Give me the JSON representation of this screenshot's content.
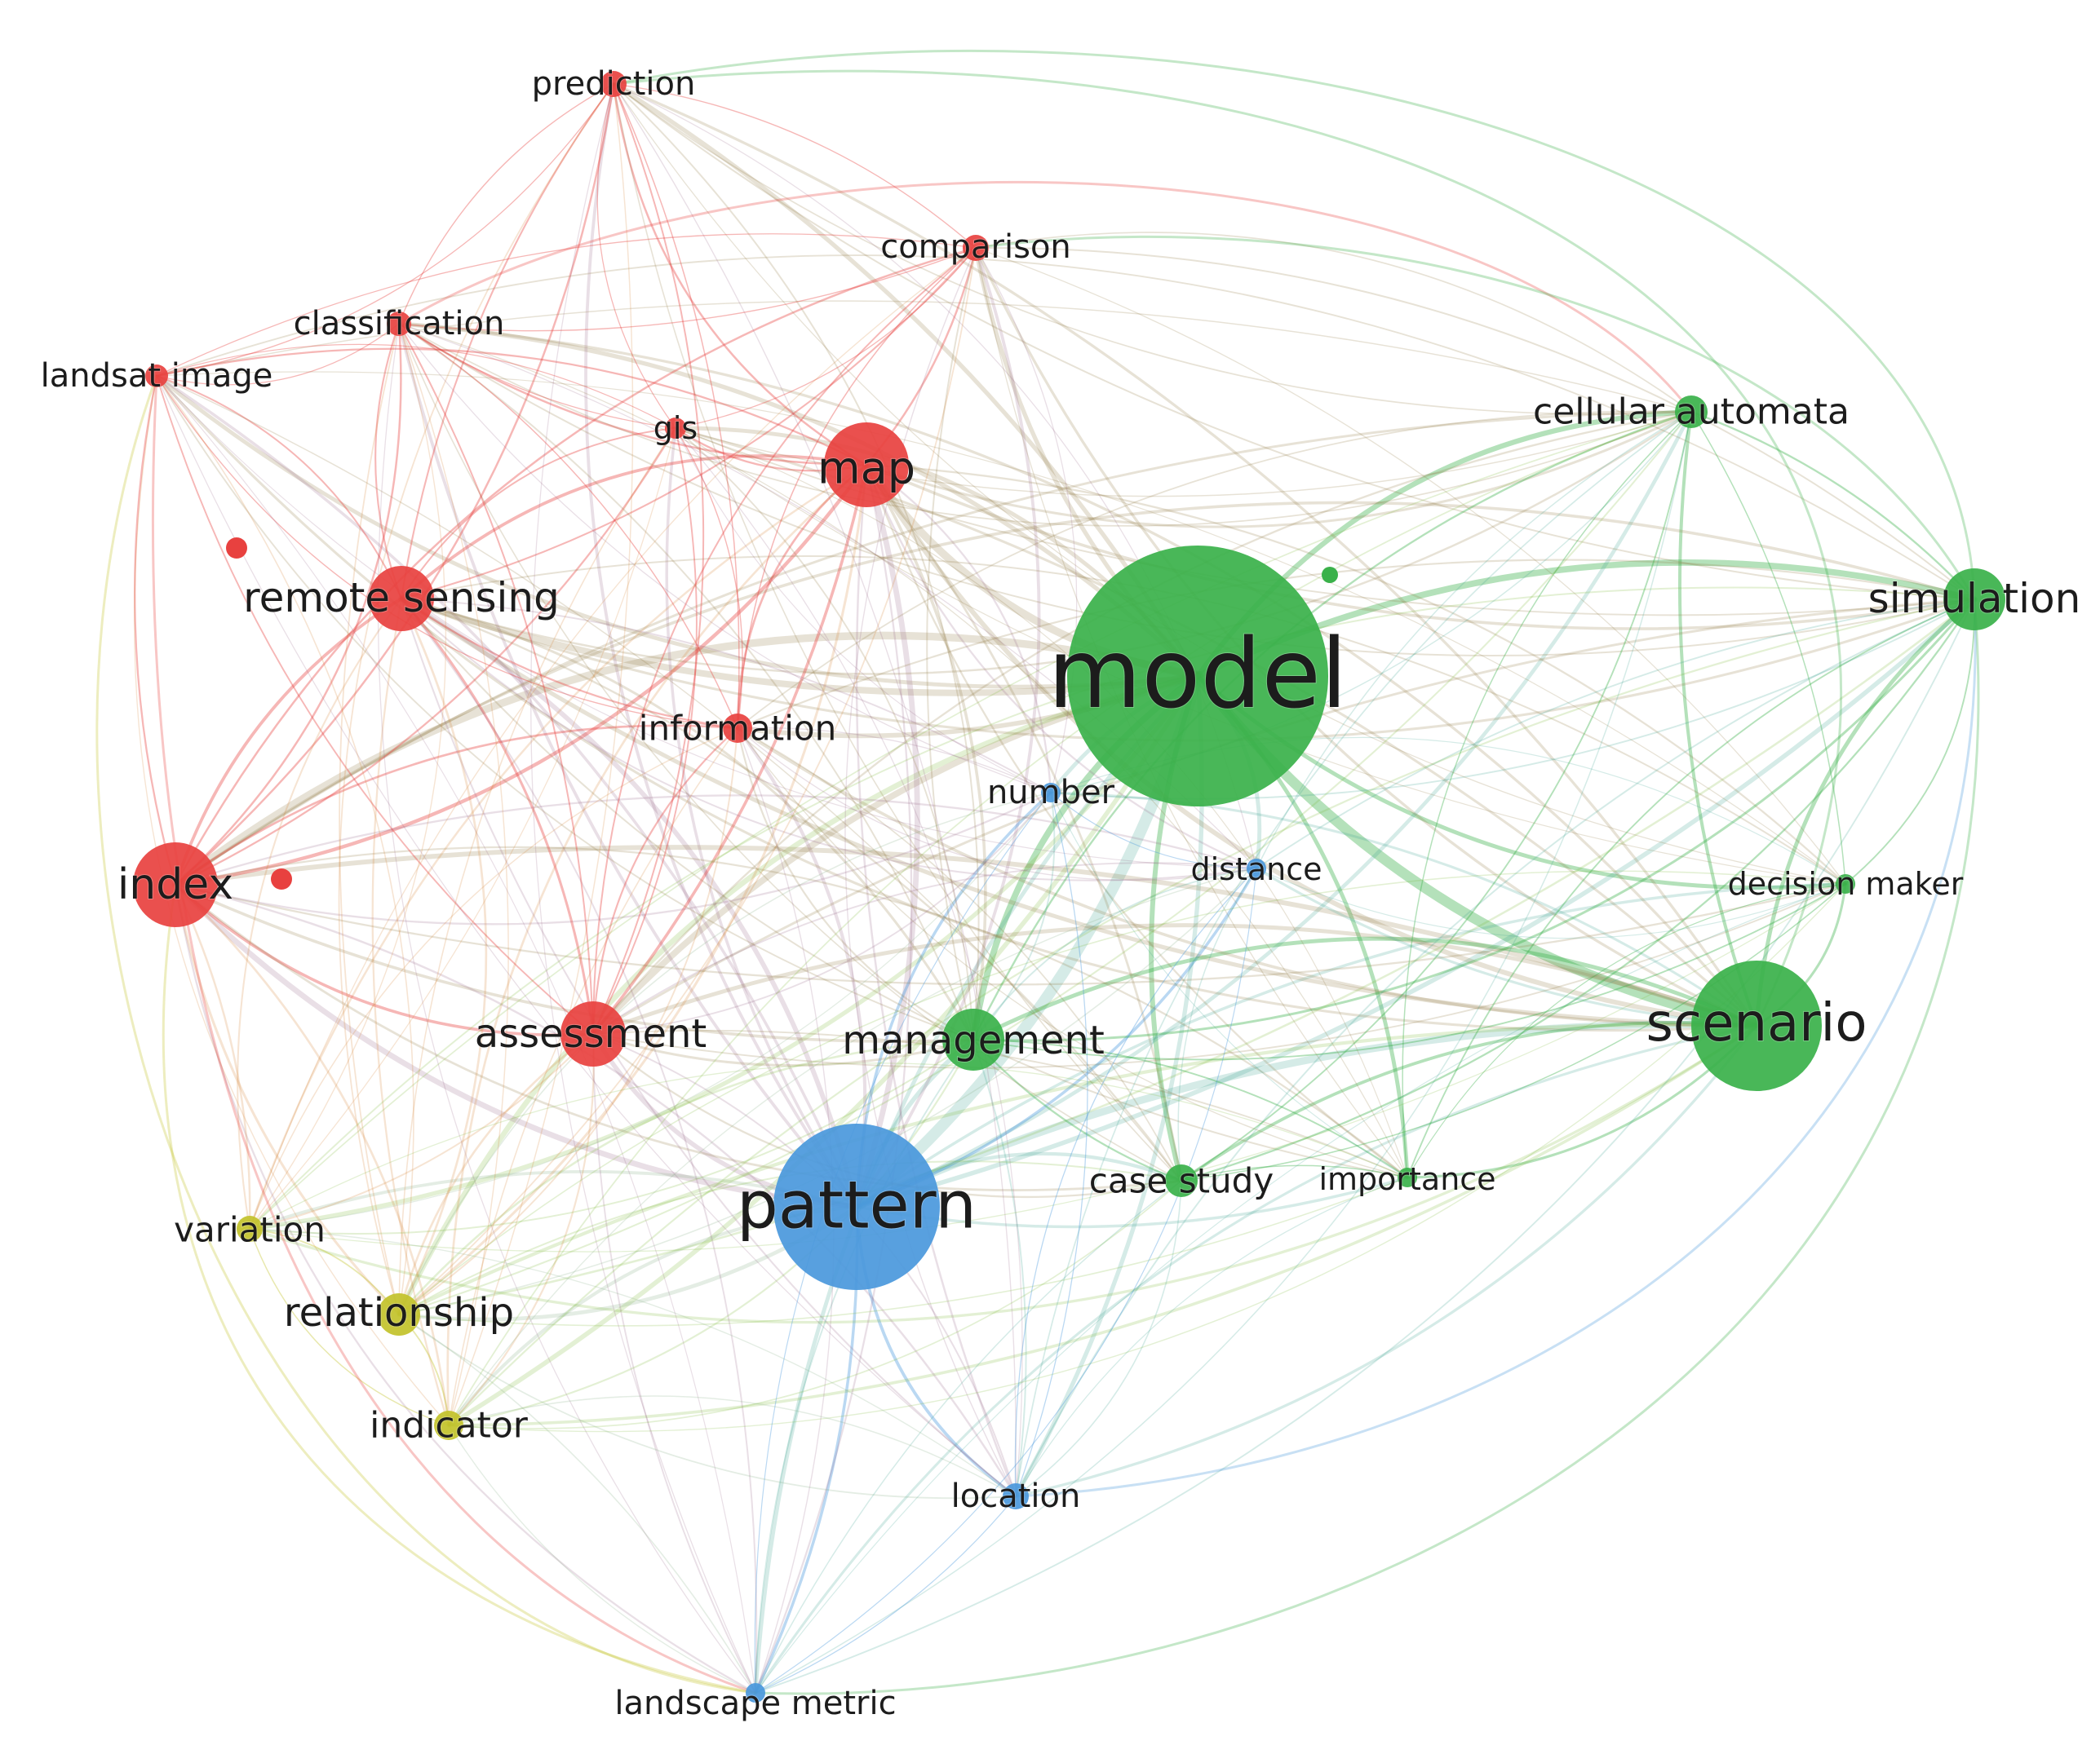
{
  "network": {
    "clusters": {
      "red": {
        "color": "#e8413f"
      },
      "green": {
        "color": "#3ab14a"
      },
      "blue": {
        "color": "#4a98dc"
      },
      "yellow": {
        "color": "#c2c22a"
      }
    },
    "nodes": [
      {
        "id": "model",
        "label": "model",
        "cluster": "green",
        "weight": 100
      },
      {
        "id": "pattern",
        "label": "pattern",
        "cluster": "blue",
        "weight": 52
      },
      {
        "id": "scenario",
        "label": "scenario",
        "cluster": "green",
        "weight": 40
      },
      {
        "id": "map",
        "label": "map",
        "cluster": "red",
        "weight": 22
      },
      {
        "id": "index",
        "label": "index",
        "cluster": "red",
        "weight": 22
      },
      {
        "id": "remote-sensing",
        "label": "remote sensing",
        "cluster": "red",
        "weight": 16
      },
      {
        "id": "assessment",
        "label": "assessment",
        "cluster": "red",
        "weight": 15
      },
      {
        "id": "simulation",
        "label": "simulation",
        "cluster": "green",
        "weight": 15
      },
      {
        "id": "management",
        "label": "management",
        "cluster": "green",
        "weight": 15
      },
      {
        "id": "cellular-automata",
        "label": "cellular automata",
        "cluster": "green",
        "weight": 10
      },
      {
        "id": "prediction",
        "label": "prediction",
        "cluster": "red",
        "weight": 7
      },
      {
        "id": "comparison",
        "label": "comparison",
        "cluster": "red",
        "weight": 7
      },
      {
        "id": "classification",
        "label": "classification",
        "cluster": "red",
        "weight": 7
      },
      {
        "id": "landsat-image",
        "label": "landsat image",
        "cluster": "red",
        "weight": 6
      },
      {
        "id": "gis",
        "label": "gis",
        "cluster": "red",
        "weight": 6
      },
      {
        "id": "information",
        "label": "information",
        "cluster": "red",
        "weight": 8
      },
      {
        "id": "case-study",
        "label": "case study",
        "cluster": "green",
        "weight": 9
      },
      {
        "id": "importance",
        "label": "importance",
        "cluster": "green",
        "weight": 6
      },
      {
        "id": "decision-maker",
        "label": "decision maker",
        "cluster": "green",
        "weight": 6
      },
      {
        "id": "distance",
        "label": "distance",
        "cluster": "blue",
        "weight": 6
      },
      {
        "id": "number",
        "label": "number",
        "cluster": "blue",
        "weight": 6
      },
      {
        "id": "location",
        "label": "location",
        "cluster": "blue",
        "weight": 7
      },
      {
        "id": "landscape-metric",
        "label": "landscape metric",
        "cluster": "blue",
        "weight": 6
      },
      {
        "id": "variation",
        "label": "variation",
        "cluster": "yellow",
        "weight": 7
      },
      {
        "id": "relationship",
        "label": "relationship",
        "cluster": "yellow",
        "weight": 11
      },
      {
        "id": "indicator",
        "label": "indicator",
        "cluster": "yellow",
        "weight": 8
      }
    ]
  }
}
